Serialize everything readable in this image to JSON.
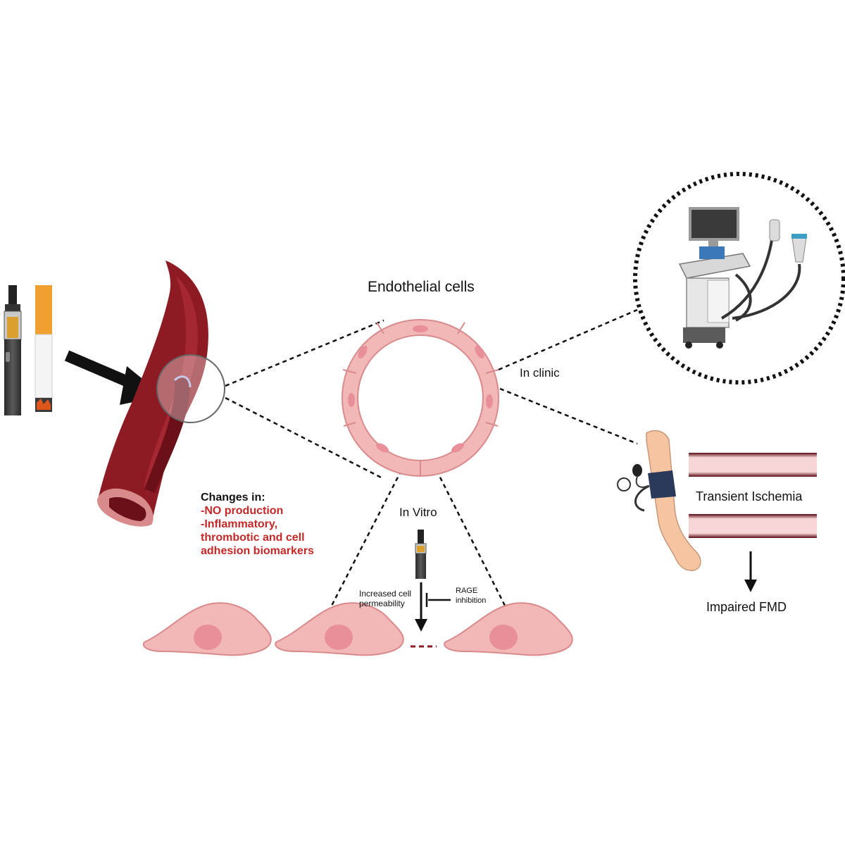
{
  "labels": {
    "endothelial_cells": "Endothelial cells",
    "in_clinic": "In clinic",
    "in_vitro": "In Vitro",
    "transient_ischemia": "Transient Ischemia",
    "impaired_fmd": "Impaired FMD",
    "increased_permeability": "Increased cell permeability",
    "rage_inhibition": "RAGE inhibition"
  },
  "changes": {
    "heading": "Changes in:",
    "items": [
      "-NO production",
      "-Inflammatory,\nthrombotic and cell\nadhesion biomarkers"
    ]
  },
  "colors": {
    "vessel_red": "#8e1b24",
    "vessel_dark": "#6b0f18",
    "cell_pink": "#f2b8b8",
    "cell_outline": "#d98a8a",
    "nucleus": "#e88f9a",
    "highlight_red": "#c62828",
    "cigarette_filter": "#f0a030",
    "ecig_body": "#3a3a3a"
  },
  "icons": [
    "e-cigarette-icon",
    "cigarette-icon",
    "blood-vessel-icon",
    "ultrasound-machine-icon",
    "blood-pressure-cuff-icon",
    "arm-icon"
  ]
}
